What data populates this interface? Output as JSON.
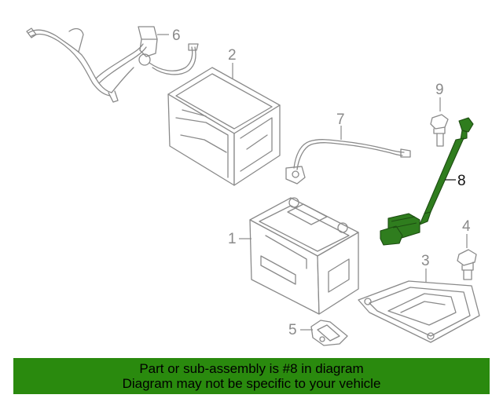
{
  "callouts": {
    "c1": "1",
    "c2": "2",
    "c3": "3",
    "c4": "4",
    "c5": "5",
    "c6": "6",
    "c7": "7",
    "c8": "8",
    "c9": "9"
  },
  "colors": {
    "highlight_part": "#2f7d1e",
    "banner_bg": "#2a8a0e",
    "line_art": "#8a8a8a"
  },
  "banner": {
    "line1": "Part or sub-assembly is #8 in diagram",
    "line2": "Diagram may not be specific to your vehicle"
  }
}
